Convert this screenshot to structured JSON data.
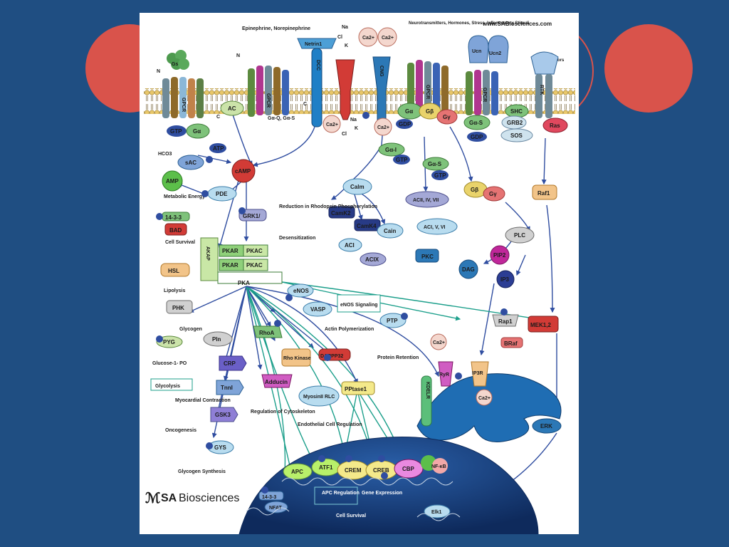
{
  "slide": {
    "decor_color": "#d9534b",
    "background_color": "#1f4e82"
  },
  "diagram": {
    "website": "www.SABiosciences.com",
    "brand": {
      "prefix": "SA",
      "suffix": "Biosciences"
    },
    "receptor_labels": {
      "gpcr_left": "GPCR",
      "gpcr_mid": "GPCR",
      "gpcr_right": "GPCR",
      "gpcr_far": "GPCR",
      "dcc": "DCC",
      "cng": "CNG",
      "rtk": "RTK"
    },
    "membrane_labels": {
      "epinephrine": "Epinephrine, Norepinephrine",
      "neurotransmitters": "Neurotransmitters, Hormones, Stress, Inflammatory Stimuli",
      "growth_factors": "Growth Factors",
      "na_top": "Na",
      "cl_top": "Cl",
      "k_top": "K",
      "na_bottom": "Na",
      "cl_bottom": "Cl",
      "k_bottom": "K",
      "hco3": "HCO3",
      "n_label": "N",
      "c_label": "C"
    },
    "nodes": {
      "gs": "Gs",
      "netrin1": "Netrin1",
      "ca_ext_1": "Ca2+",
      "ca_ext_2": "Ca2+",
      "ucn": "Ucn",
      "ucn2": "Ucn2",
      "ac": "AC",
      "gtp_1": "GTP",
      "galpha_1": "Gα",
      "gaq_gas": "Gα-Q, Gα-S",
      "ca_int_1": "Ca2+",
      "ca_int_2": "Ca2+",
      "galpha_2": "Gα",
      "gbeta_1": "Gβ",
      "ggamma_1": "Gγ",
      "gdp_1": "GDP",
      "gas_1": "Gα-S",
      "gdp_2": "GDP",
      "shc": "SHC",
      "grb2": "GRB2",
      "sos": "SOS",
      "ras": "Ras",
      "sac": "sAC",
      "atp": "ATP",
      "camp": "cAMP",
      "gai": "Gα-I",
      "gtp_2": "GTP",
      "gas_2": "Gα-S",
      "gtp_3": "GTP",
      "amp": "AMP",
      "pde": "PDE",
      "calm": "Calm",
      "gbeta_2": "Gβ",
      "ggamma_2": "Gγ",
      "raf1": "Raf1",
      "camk2": "CamK2",
      "acii": "ACII, IV, VII",
      "grk1": "GRK1/",
      "camk4": "CamK4",
      "cain": "Cain",
      "acv": "ACI, V, VI",
      "aci": "ACI",
      "plc": "PLC",
      "acix": "ACIX",
      "pkc": "PKC",
      "dag": "DAG",
      "pip2": "PIP2",
      "ip3": "IP3",
      "p1433_top": "14-3-3",
      "bad": "BAD",
      "hsl": "HSL",
      "akap": "AKAP",
      "pkar_1": "PKAR",
      "pkac_1": "PKAC",
      "pkar_2": "PKAR",
      "pkac_2": "PKAC",
      "pka": "PKA",
      "enos": "eNOS",
      "vasp": "VASP",
      "ptp": "PTP",
      "phk": "PHK",
      "pyg": "PYG",
      "pln": "Pln",
      "crp": "CRP",
      "rhoa": "RhoA",
      "rho_kinase": "Rho Kinase",
      "darpp32": "DARPP32",
      "rap1": "Rap1",
      "mek12": "MEK1,2",
      "braf": "BRaf",
      "ca_er": "Ca2+",
      "tnni": "TnnI",
      "adducin": "Adducin",
      "pptase1": "PPtase1",
      "ryr": "RyR",
      "ip3r": "IP3R",
      "ca_er_2": "Ca2+",
      "gsk3": "GSK3",
      "myosin": "MyosinII RLC",
      "kdelr": "KDELR",
      "gys": "GYS",
      "erk": "ERK",
      "apc": "APC",
      "atf1": "ATF1",
      "crem": "CREM",
      "creb": "CREB",
      "cbp": "CBP",
      "nfkb": "NF-κB",
      "p1433_bottom": "14-3-3",
      "nfat": "NFAT",
      "elk1": "Elk1"
    },
    "annotations": {
      "metabolic_energy": "Metabolic Energy",
      "cell_survival": "Cell Survival",
      "lipolysis": "Lipolysis",
      "glycogen": "Glycogen",
      "glucose1po": "Glucose-1- PO",
      "glycolysis": "Glycolysis",
      "myocardial": "Myocardial Contraction",
      "oncogenesis": "Oncogenesis",
      "glycogen_synthesis": "Glycogen Synthesis",
      "reduction": "Reduction in Rhodopsin Phosphorylation",
      "desensitization": "Desensitization",
      "enos_signaling": "eNOS Signaling",
      "actin": "Actin Polymerization",
      "regulation_cytoskeleton": "Regulation of Cytoskeleton",
      "endothelial": "Endothelial Cell Regulation",
      "protein_retention": "Protein Retention",
      "apc_regulation": "APC Regulation",
      "gene_expression": "Gene Expression",
      "cell_survival_nuc": "Cell Survival"
    }
  }
}
